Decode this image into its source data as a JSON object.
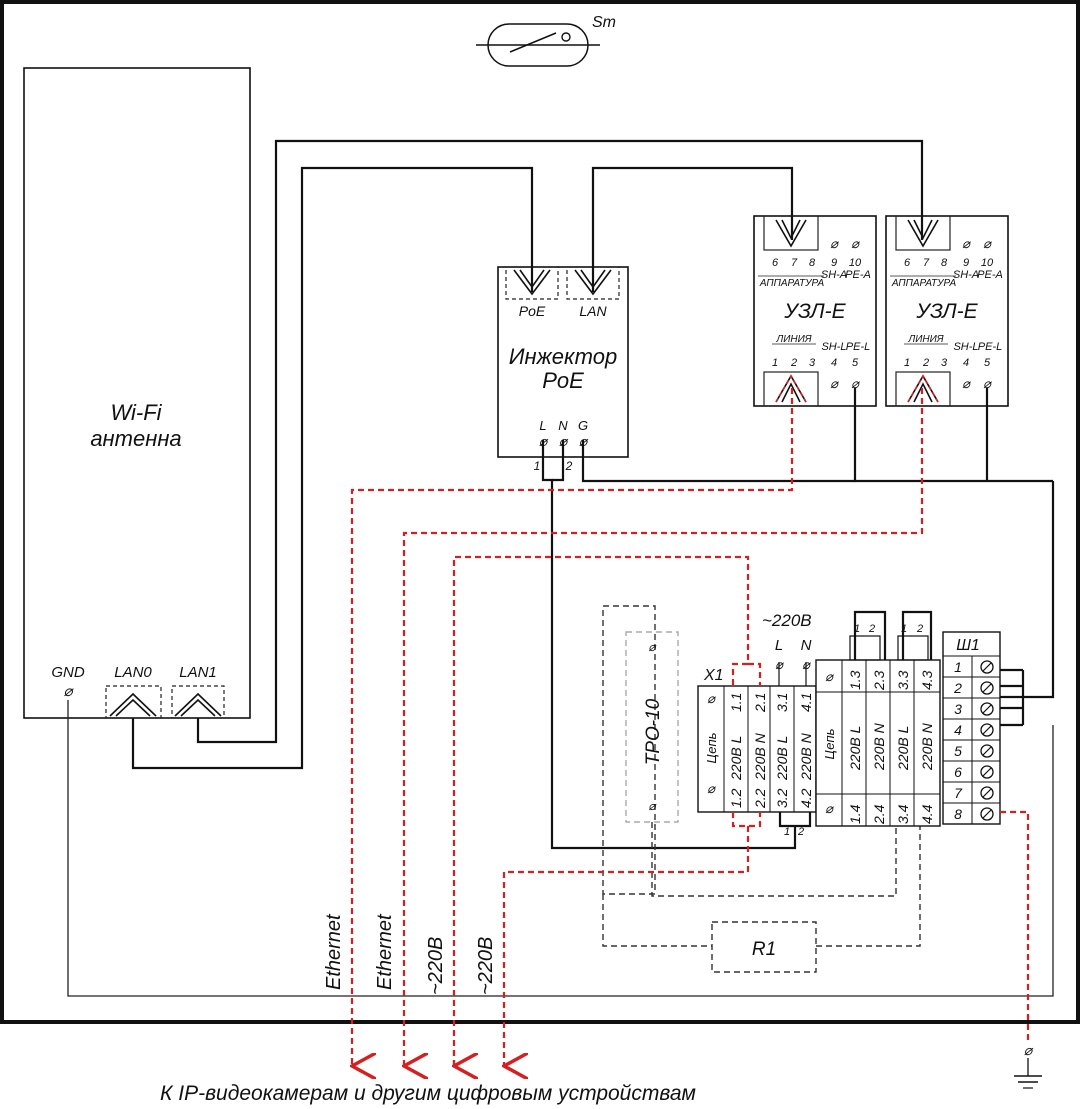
{
  "sm_label": "Sm",
  "wifi": {
    "title_line1": "Wi-Fi",
    "title_line2": "антенна",
    "gnd": "GND",
    "lan0": "LAN0",
    "lan1": "LAN1"
  },
  "injector": {
    "poe_port": "PoE",
    "lan_port": "LAN",
    "title_line1": "Инжектор",
    "title_line2": "PoE",
    "term_l": "L",
    "term_n": "N",
    "term_g": "G",
    "out1": "1",
    "out2": "2"
  },
  "uzl_1": {
    "title": "УЗЛ-Е",
    "apparatus": "АППАРАТУРА",
    "line": "ЛИНИЯ",
    "top_nums": [
      "6",
      "7",
      "8",
      "9",
      "10"
    ],
    "sh_a": "SH-A",
    "pe_a": "PE-A",
    "bottom_nums": [
      "1",
      "2",
      "3",
      "4",
      "5"
    ],
    "sh_l": "SH-L",
    "pe_l": "PE-L"
  },
  "uzl_2": {
    "title": "УЗЛ-Е",
    "apparatus": "АППАРАТУРА",
    "line": "ЛИНИЯ",
    "top_nums": [
      "6",
      "7",
      "8",
      "9",
      "10"
    ],
    "sh_a": "SH-A",
    "pe_a": "PE-A",
    "bottom_nums": [
      "1",
      "2",
      "3",
      "4",
      "5"
    ],
    "sh_l": "SH-L",
    "pe_l": "PE-L"
  },
  "tro": {
    "label": "ТРО-10"
  },
  "mains": {
    "label": "~220В",
    "l": "L",
    "n": "N"
  },
  "x1": {
    "label": "X1",
    "circuit": "Цепь",
    "top_cols": [
      "1.1",
      "2.1",
      "3.1",
      "4.1"
    ],
    "mid_cols": [
      "220В L",
      "220В N",
      "220В L",
      "220В N"
    ],
    "bot_cols": [
      "1.2",
      "2.2",
      "3.2",
      "4.2"
    ],
    "bridge_12": "1",
    "bridge_2": "2"
  },
  "x2": {
    "circuit": "Цепь",
    "top_cols": [
      "1.3",
      "2.3",
      "3.3",
      "4.3"
    ],
    "mid_cols": [
      "220В L",
      "220В N",
      "220В L",
      "220В N"
    ],
    "bot_cols": [
      "1.4",
      "2.4",
      "3.4",
      "4.4"
    ],
    "jumper_a": [
      "1",
      "2"
    ],
    "jumper_b": [
      "1",
      "2"
    ]
  },
  "sh1": {
    "title": "Ш1",
    "terminals": [
      "1",
      "2",
      "3",
      "4",
      "5",
      "6",
      "7",
      "8"
    ]
  },
  "r1": {
    "label": "R1"
  },
  "outputs": [
    "Ethernet",
    "Ethernet",
    "~220В",
    "~220В"
  ],
  "footer": "К IP-видеокамерам и другим цифровым устройствам"
}
